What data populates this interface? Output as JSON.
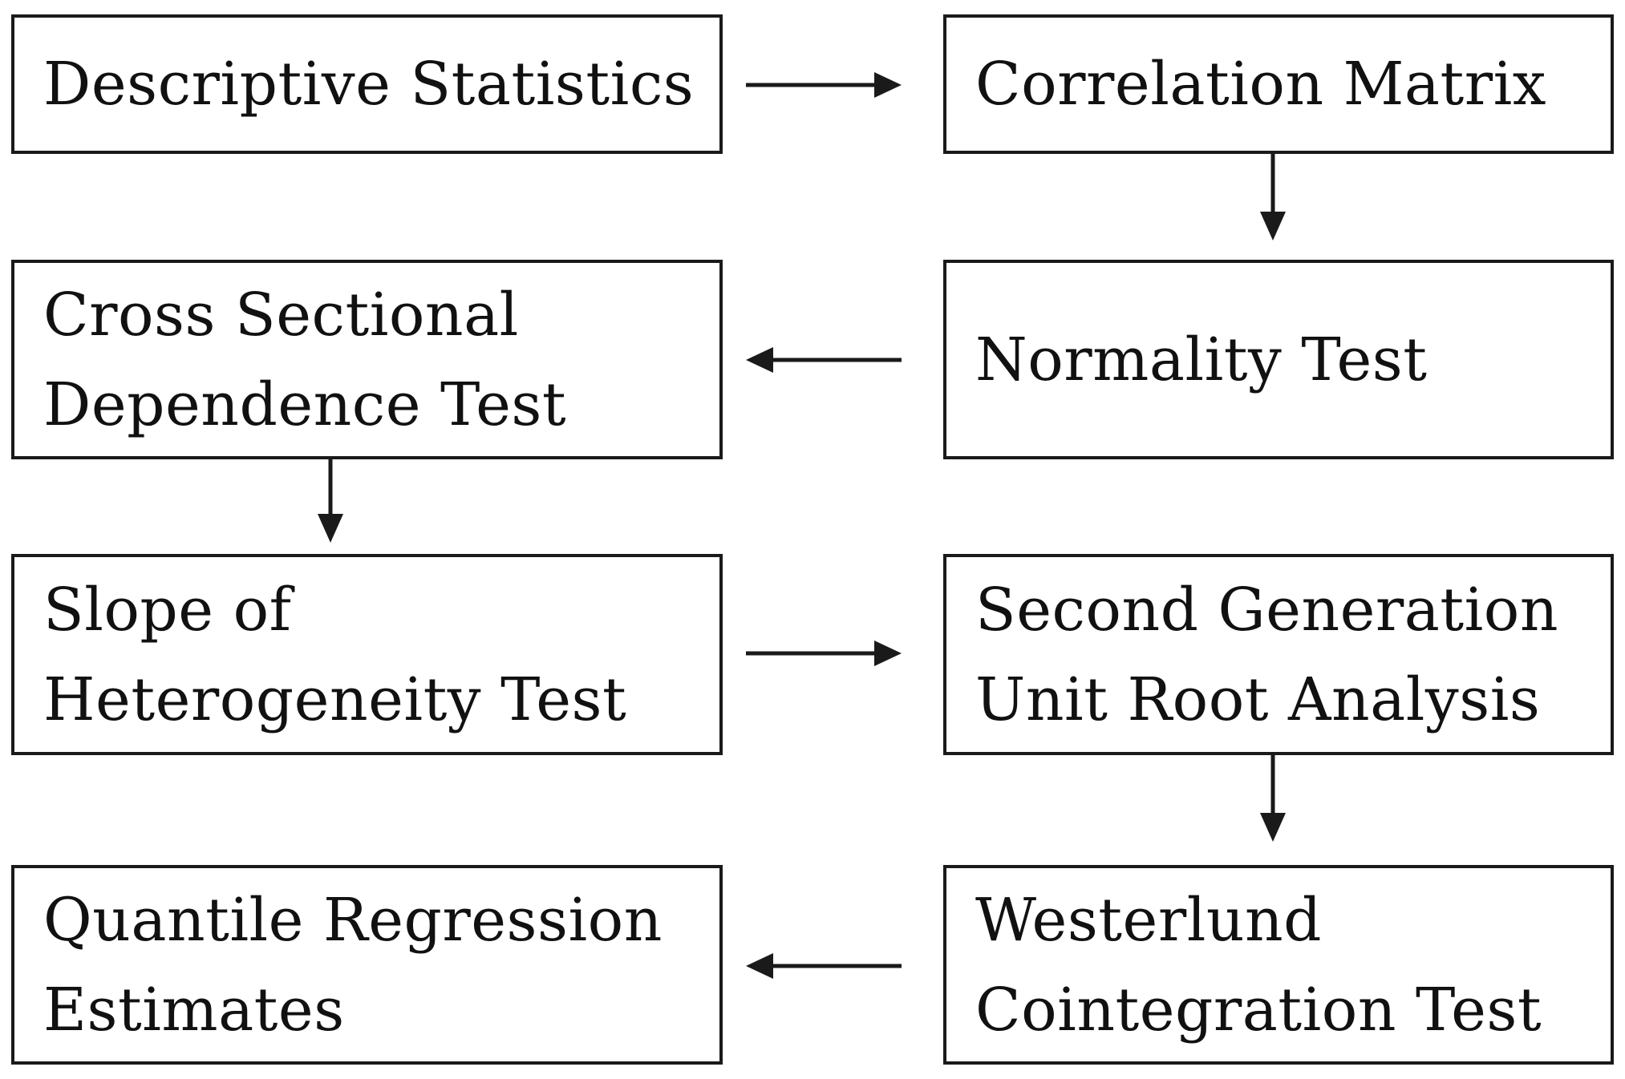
{
  "diagram": {
    "steps": {
      "descriptive_statistics": "Descriptive Statistics",
      "correlation_matrix": "Correlation Matrix",
      "cross_sectional_dependence": "Cross Sectional\nDependence Test",
      "normality_test": "Normality Test",
      "slope_heterogeneity": "Slope of\nHeterogeneity Test",
      "unit_root": "Second Generation\nUnit Root Analysis",
      "quantile_regression": "Quantile Regression\nEstimates",
      "westerlund_cointegration": "Westerlund\nCointegration Test"
    },
    "colors": {
      "stroke": "#1a1a1a",
      "text": "#111111",
      "background": "#ffffff"
    }
  }
}
